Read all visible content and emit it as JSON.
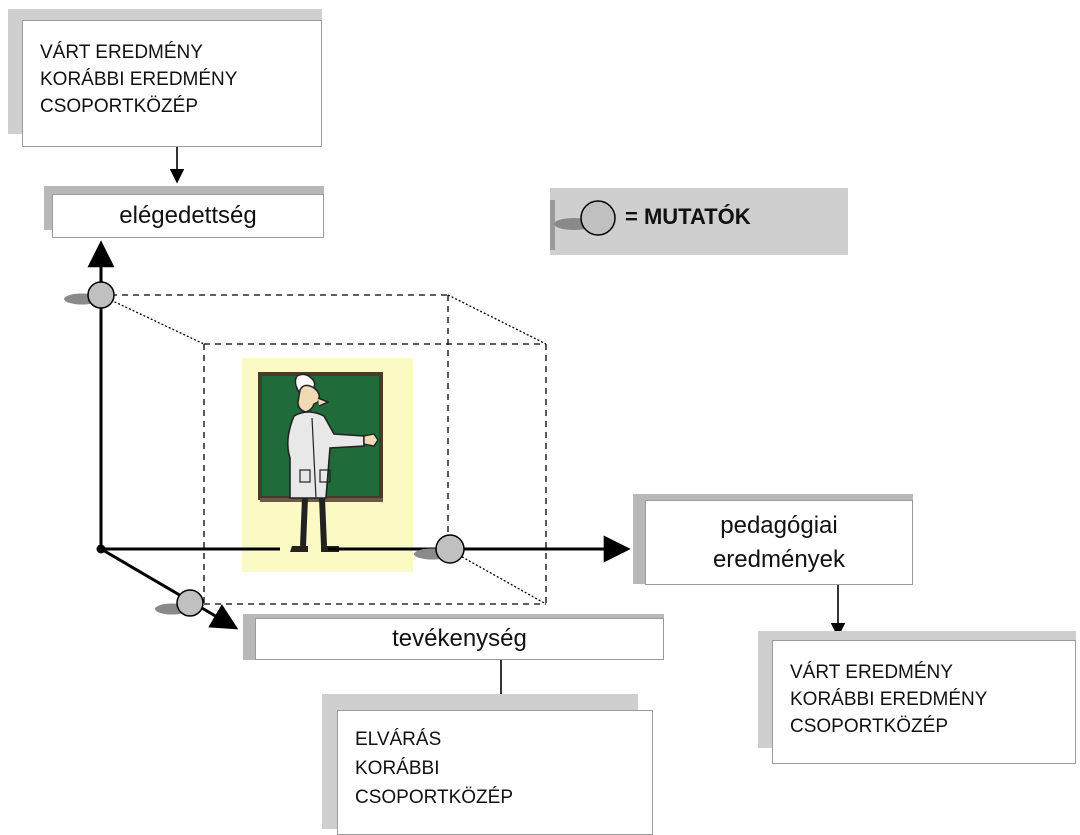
{
  "boxes": {
    "top_left": {
      "lines": [
        "VÁRT EREDMÉNY",
        "KORÁBBI EREDMÉNY",
        "CSOPORTKÖZÉP"
      ]
    },
    "bottom_right": {
      "lines": [
        "VÁRT EREDMÉNY",
        "KORÁBBI EREDMÉNY",
        "CSOPORTKÖZÉP"
      ]
    },
    "bottom_center": {
      "lines": [
        "ELVÁRÁS",
        "KORÁBBI",
        "CSOPORTKÖZÉP"
      ]
    }
  },
  "axes": {
    "vertical_label": "elégedettség",
    "horizontal_label_line1": "pedagógiai",
    "horizontal_label_line2": "eredmények",
    "diagonal_label": "tevékenység"
  },
  "legend": {
    "text": "= MUTATÓK",
    "icon": "indicator-circle-icon"
  },
  "colors": {
    "shadow": "#cfcfcf",
    "indicator_fill": "#c0c0c0",
    "picture_background": "#fbf9c4",
    "blackboard": "#1f6b3a"
  },
  "picture": {
    "icon": "teacher-at-blackboard-icon"
  }
}
